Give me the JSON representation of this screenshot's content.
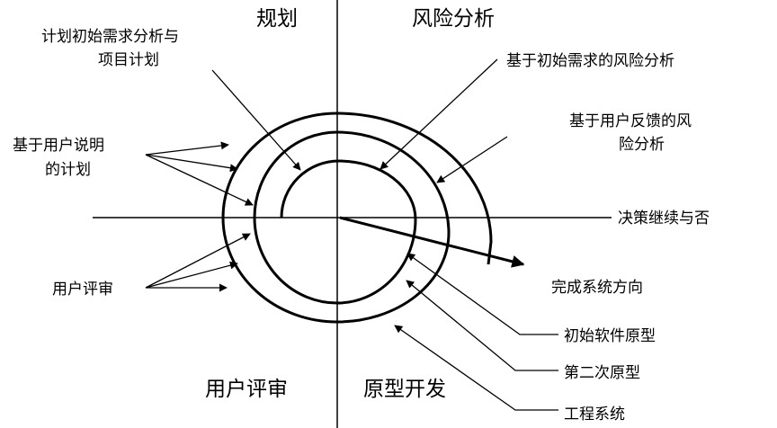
{
  "quadrants": {
    "planning": "规划",
    "risk_analysis": "风险分析",
    "customer_review": "用户评审",
    "prototyping": "原型开发"
  },
  "labels": {
    "initial_plan_line1": "计划初始需求分析与",
    "initial_plan_line2": "项目计划",
    "risk_initial": "基于初始需求的风险分析",
    "risk_feedback_line1": "基于用户反馈的风",
    "risk_feedback_line2": "险分析",
    "plan_from_user_line1": "基于用户说明",
    "plan_from_user_line2": "的计划",
    "go_no_go": "决策继续与否",
    "user_review": "用户评审",
    "toward_system": "完成系统方向",
    "initial_prototype": "初始软件原型",
    "second_prototype": "第二次原型",
    "engineered_system": "工程系统"
  },
  "colors": {
    "ink": "#000000",
    "background": "#ffffff"
  }
}
